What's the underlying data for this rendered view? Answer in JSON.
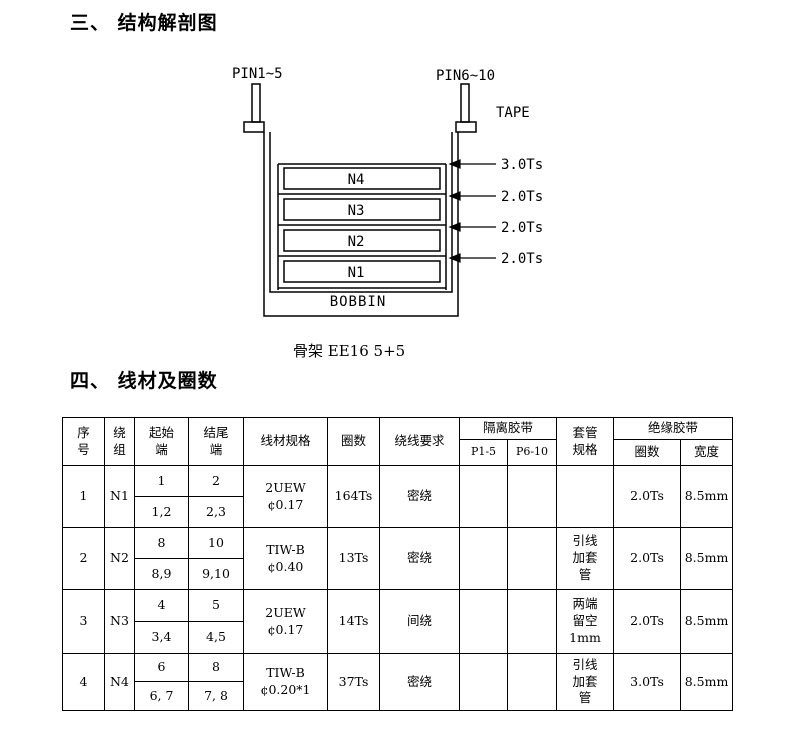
{
  "section3": {
    "title": "三、 结构解剖图"
  },
  "diagram": {
    "pin_left": "PIN1~5",
    "pin_right": "PIN6~10",
    "tape": "TAPE",
    "layers": [
      "N4",
      "N3",
      "N2",
      "N1"
    ],
    "tapes": [
      "3.0Ts",
      "2.0Ts",
      "2.0Ts",
      "2.0Ts"
    ],
    "bobbin": "BOBBIN",
    "caption": "骨架   EE16  5+5"
  },
  "section4": {
    "title": "四、 线材及圈数"
  },
  "table": {
    "headers": {
      "seq": [
        "序",
        "号"
      ],
      "winding": [
        "绕",
        "组"
      ],
      "start": [
        "起始",
        "端"
      ],
      "end": [
        "结尾",
        "端"
      ],
      "wire": "线材规格",
      "turns": "圈数",
      "method": "绕线要求",
      "barrier": "隔离胶带",
      "p1": "P1-5",
      "p6": "P6-10",
      "sleeve": [
        "套管",
        "规格"
      ],
      "insul": "绝缘胶带",
      "insul_turns": "圈数",
      "insul_width": "宽度"
    },
    "rows": [
      {
        "seq": "1",
        "winding": "N1",
        "start_a": "1",
        "end_a": "2",
        "start_b": "1,2",
        "end_b": "2,3",
        "wire": [
          "2UEW",
          "¢0.17"
        ],
        "turns": "164Ts",
        "method": "密绕",
        "sleeve": [],
        "insul_turns": "2.0Ts",
        "insul_width": "8.5mm"
      },
      {
        "seq": "2",
        "winding": "N2",
        "start_a": "8",
        "end_a": "10",
        "start_b": "8,9",
        "end_b": "9,10",
        "wire": [
          "TIW-B",
          "¢0.40"
        ],
        "turns": "13Ts",
        "method": "密绕",
        "sleeve": [
          "引线",
          "加套",
          "管"
        ],
        "insul_turns": "2.0Ts",
        "insul_width": "8.5mm"
      },
      {
        "seq": "3",
        "winding": "N3",
        "start_a": "4",
        "end_a": "5",
        "start_b": "3,4",
        "end_b": "4,5",
        "wire": [
          "2UEW",
          "¢0.17"
        ],
        "turns": "14Ts",
        "method": "间绕",
        "sleeve": [
          "两端",
          "留空",
          "1mm"
        ],
        "insul_turns": "2.0Ts",
        "insul_width": "8.5mm"
      },
      {
        "seq": "4",
        "winding": "N4",
        "start_a": "6",
        "end_a": "8",
        "start_b": "6, 7",
        "end_b": "7, 8",
        "wire": [
          "TIW-B",
          "¢0.20*1"
        ],
        "turns": "37Ts",
        "method": "密绕",
        "sleeve": [
          "引线",
          "加套",
          "管"
        ],
        "insul_turns": "3.0Ts",
        "insul_width": "8.5mm"
      }
    ]
  }
}
